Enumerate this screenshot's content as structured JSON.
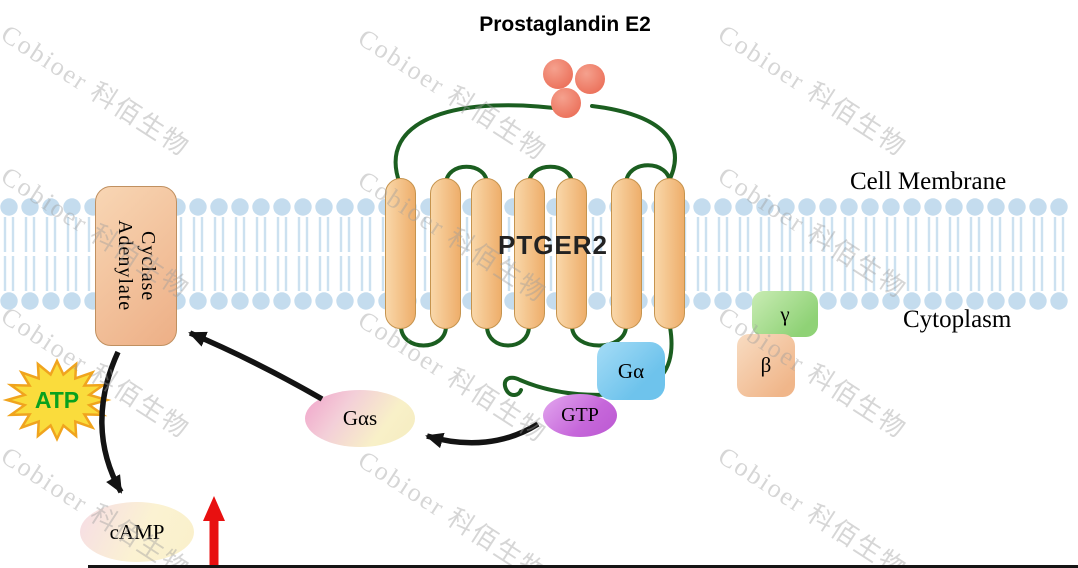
{
  "title": "Prostaglandin E2",
  "watermark": "Cobioer 科佰生物",
  "labels": {
    "cell_membrane": "Cell Membrane",
    "cytoplasm": "Cytoplasm",
    "receptor": "PTGER2",
    "adenylate_line1": "Adenylate",
    "adenylate_line2": "Cyclase",
    "atp": "ATP",
    "gas": "Gαs",
    "gtp": "GTP",
    "g_alpha": "Gα",
    "gamma": "γ",
    "beta": "β",
    "camp": "cAMP"
  },
  "colors": {
    "membrane_blue": "#c4dcee",
    "loop_green": "#1b5e20",
    "helix_light": "#f9d7a9",
    "helix_dark": "#eeae6b",
    "helix_border": "#c6944e",
    "ligand_red": "#ec735d",
    "atp_green": "#0aa11e",
    "arrow_red": "#e81010",
    "galpha_blue": "#6ec3ec",
    "gamma_green": "#8fd276",
    "beta_orange": "#f0b68a",
    "gtp_purple": "#c667da",
    "gas_pink": "#f2a8cc"
  }
}
